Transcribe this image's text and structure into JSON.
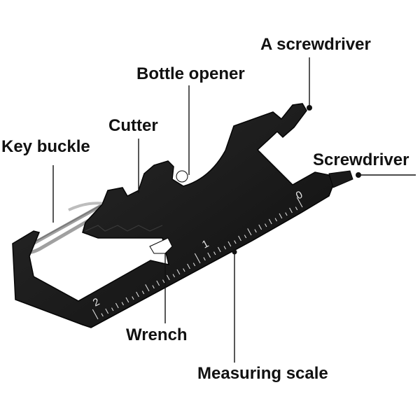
{
  "labels": {
    "screwdriver_a": "A screwdriver",
    "bottle_opener": "Bottle opener",
    "cutter": "Cutter",
    "key_buckle": "Key buckle",
    "screwdriver": "Screwdriver",
    "wrench": "Wrench",
    "measuring_scale": "Measuring scale"
  },
  "scale": {
    "marks": [
      "0",
      "1",
      "2"
    ]
  },
  "colors": {
    "tool_body": "#1c1c1c",
    "tool_edge": "#050505",
    "text": "#111111",
    "ring": "#c9c9c9"
  }
}
